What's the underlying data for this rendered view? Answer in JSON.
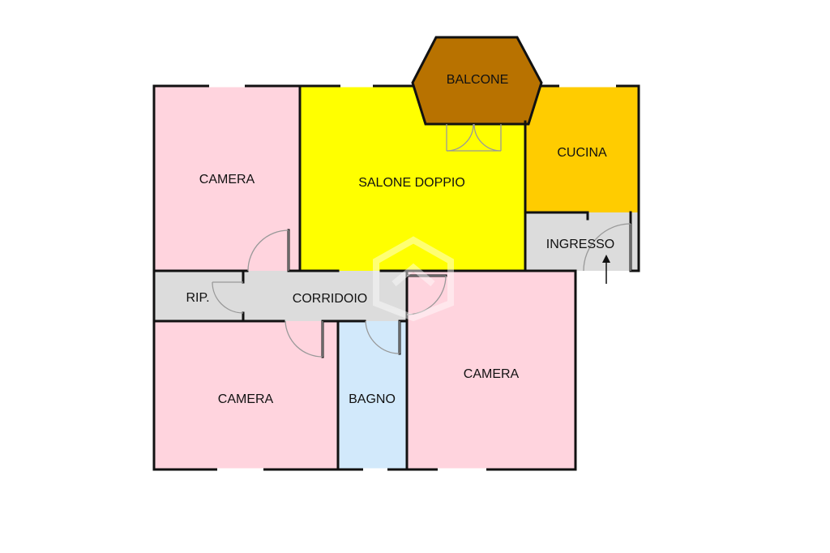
{
  "rooms": {
    "camera_top_left": {
      "label": "CAMERA",
      "color": "#ffd4de"
    },
    "salone": {
      "label": "SALONE DOPPIO",
      "color": "#ffff00"
    },
    "balcone": {
      "label": "BALCONE",
      "color": "#b87200"
    },
    "cucina": {
      "label": "CUCINA",
      "color": "#ffcc00"
    },
    "ingresso": {
      "label": "INGRESSO",
      "color": "#dcdcdc"
    },
    "ripostiglio": {
      "label": "RIP.",
      "color": "#dcdcdc"
    },
    "corridoio": {
      "label": "CORRIDOIO",
      "color": "#dcdcdc"
    },
    "camera_bottom_left": {
      "label": "CAMERA",
      "color": "#ffd4de"
    },
    "bagno": {
      "label": "BAGNO",
      "color": "#d2e9fb"
    },
    "camera_right": {
      "label": "CAMERA",
      "color": "#ffd4de"
    }
  },
  "icons": {
    "entrance_arrow": "entrance-arrow-icon",
    "watermark": "watermark-logo"
  }
}
